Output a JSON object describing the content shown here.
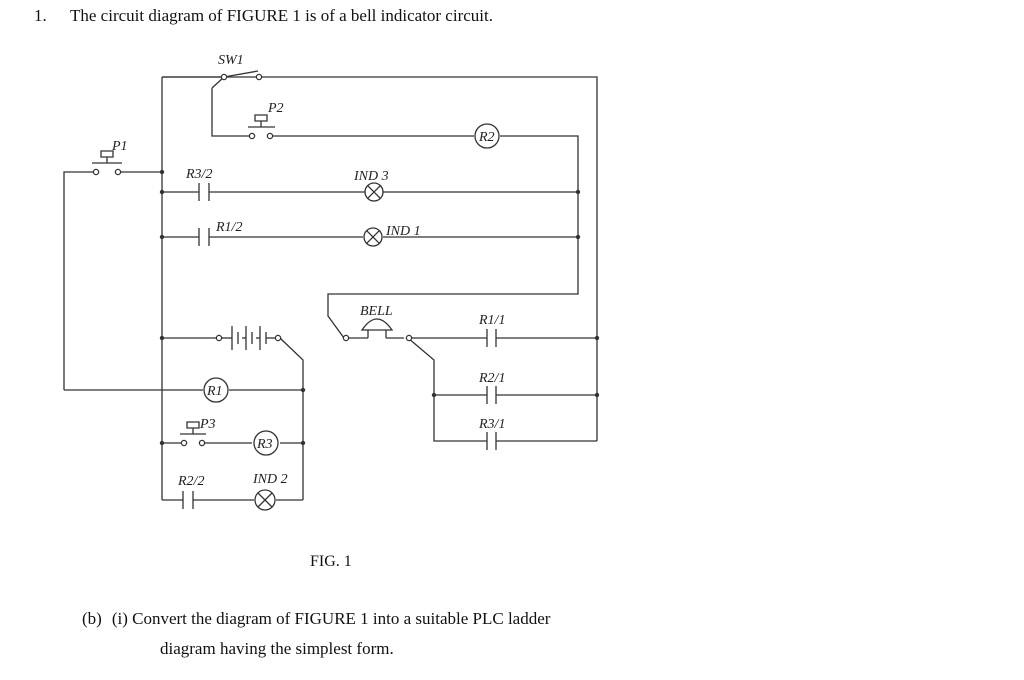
{
  "question": {
    "number": "1.",
    "text": "The circuit diagram of FIGURE 1 is of a bell indicator circuit."
  },
  "circuit_labels": {
    "sw1": "SW1",
    "p2": "P2",
    "p1": "P1",
    "r2_coil": "R2",
    "r3_2": "R3/2",
    "ind3": "IND 3",
    "r1_2": "R1/2",
    "ind1": "IND 1",
    "bell": "BELL",
    "r1_1": "R1/1",
    "r1_coil": "R1",
    "r2_1": "R2/1",
    "p3": "P3",
    "r3_coil": "R3",
    "r3_1": "R3/1",
    "r2_2": "R2/2",
    "ind2": "IND 2"
  },
  "figure_caption": "FIG. 1",
  "part_b": {
    "label": "(b)",
    "sub_label": "(i)",
    "line1": "Convert the diagram of FIGURE 1 into a suitable PLC ladder",
    "line2": "diagram having the simplest form."
  }
}
